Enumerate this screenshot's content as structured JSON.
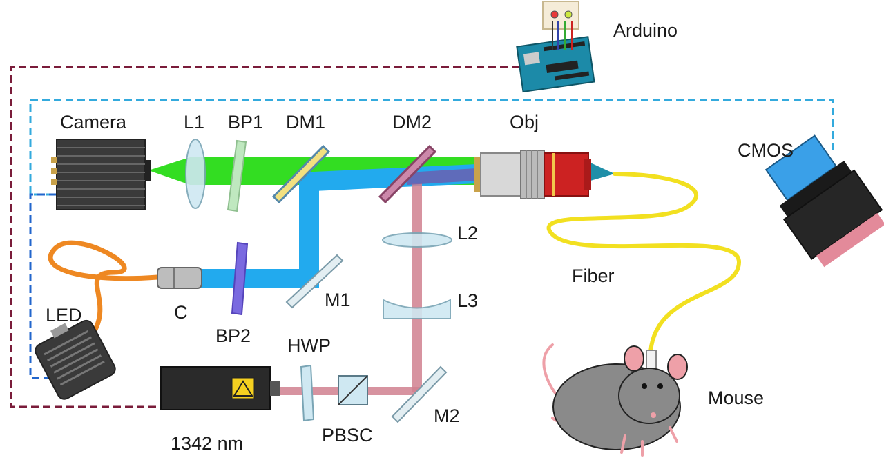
{
  "labels": {
    "arduino": "Arduino",
    "camera": "Camera",
    "l1": "L1",
    "bp1": "BP1",
    "dm1": "DM1",
    "dm2": "DM2",
    "obj": "Obj",
    "cmos": "CMOS",
    "l2": "L2",
    "l3": "L3",
    "m1": "M1",
    "m2": "M2",
    "c": "C",
    "led": "LED",
    "bp2": "BP2",
    "hwp": "HWP",
    "pbsc": "PBSC",
    "laser": "1342 nm",
    "fiber": "Fiber",
    "mouse": "Mouse"
  },
  "colors": {
    "green_beam": "#33dd22",
    "blue_beam": "#22aaee",
    "red_beam": "#d0808f",
    "fiber": "#f2e020",
    "led_cable": "#ee8822",
    "control_dark": "#7a1c3a",
    "control_blue": "#2266cc",
    "control_cyan": "#33aadd",
    "objective_red": "#cc2222",
    "mouse_body": "#8a8a8a",
    "mouse_pink": "#eea0a8"
  }
}
